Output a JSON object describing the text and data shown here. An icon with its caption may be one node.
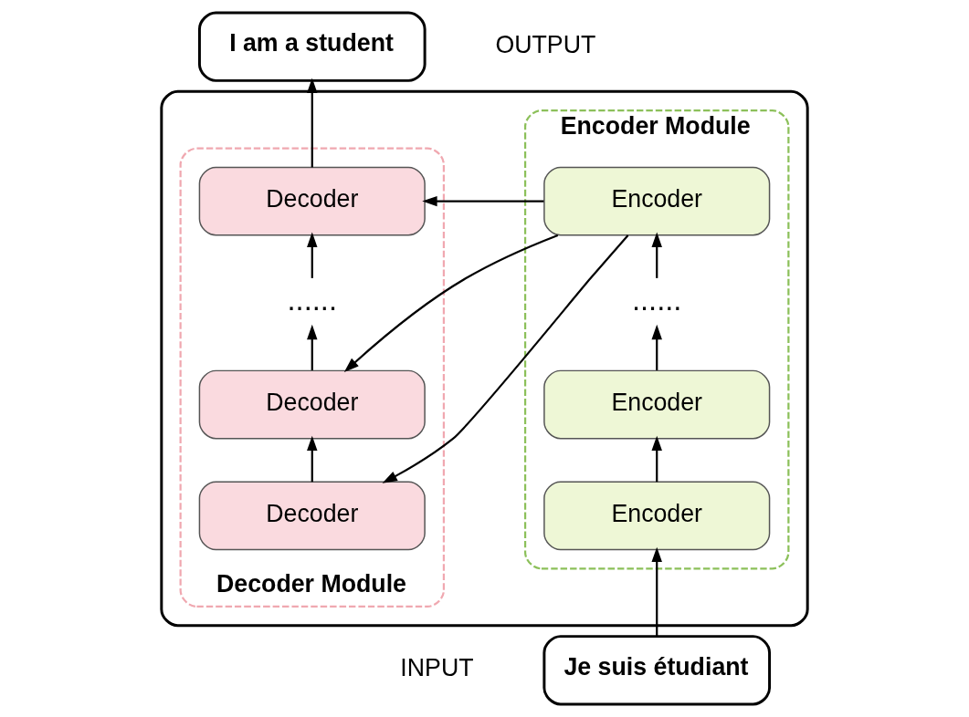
{
  "diagram": {
    "nodes": [
      {
        "text": [],
        "shape": "box"
      },
      {
        "text": [
          "Encoder Module"
        ],
        "in": 0
      },
      {
        "text": [
          "Encoder"
        ],
        "in": 1
      },
      {
        "text": [
          "......"
        ],
        "in": 1
      },
      {
        "text": [
          "Encoder"
        ],
        "in": 1
      },
      {
        "text": [
          "Encoder"
        ],
        "in": 1
      },
      {
        "text": [
          "Decoder Module"
        ],
        "in": 0
      },
      {
        "text": [
          "Decoder"
        ],
        "in": 6
      },
      {
        "text": [
          "......"
        ],
        "in": 6
      },
      {
        "text": [
          "Decoder"
        ],
        "in": 6
      },
      {
        "text": [
          "Decoder"
        ],
        "in": 6
      },
      {
        "text": [
          "I am a student"
        ],
        "beside": [
          "OUTPUT"
        ]
      },
      {
        "text": [
          "Je suis étudiant"
        ],
        "beside": [
          "INPUT"
        ]
      }
    ],
    "edges": [
      {
        "from": 12,
        "to": 5,
        "arrow": "to"
      },
      {
        "from": 5,
        "to": 4,
        "arrow": "to"
      },
      {
        "from": 4,
        "to": 3,
        "arrow": "to"
      },
      {
        "from": 3,
        "to": 2,
        "arrow": "to"
      },
      {
        "from": 2,
        "to": 7,
        "arrow": "to"
      },
      {
        "from": 2,
        "to": 9,
        "arrow": "to"
      },
      {
        "from": 2,
        "to": 10,
        "arrow": "to"
      },
      {
        "from": 10,
        "to": 9,
        "arrow": "to"
      },
      {
        "from": 9,
        "to": 8,
        "arrow": "to"
      },
      {
        "from": 8,
        "to": 7,
        "arrow": "to"
      },
      {
        "from": 7,
        "to": 11,
        "arrow": "to"
      }
    ]
  }
}
